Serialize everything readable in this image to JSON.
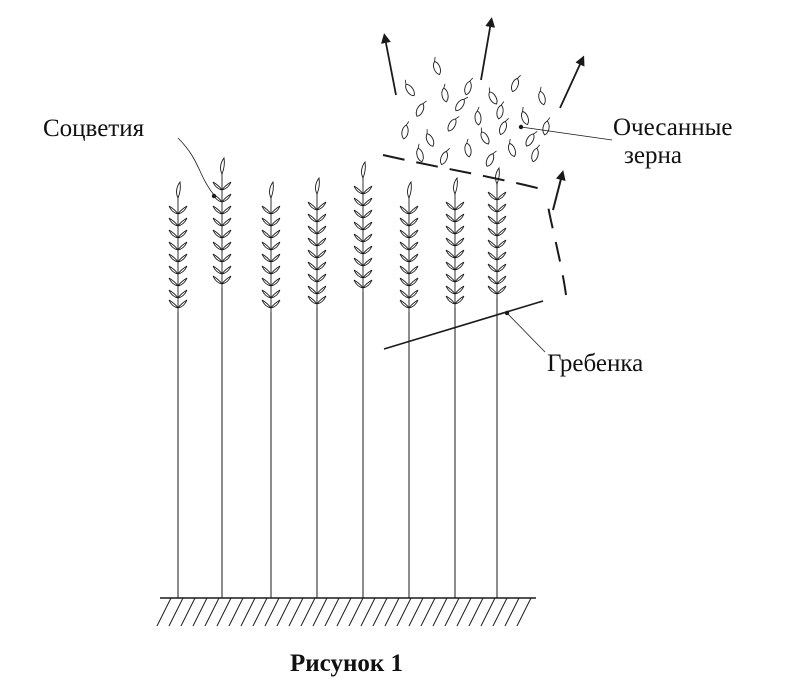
{
  "labels": {
    "inflorescences": "Соцветия",
    "stripped_grains_line1": "Очесанные",
    "stripped_grains_line2": "зерна",
    "comb": "Гребенка"
  },
  "caption": "Рисунок 1",
  "colors": {
    "ink": "#1a1a1a",
    "background": "#ffffff"
  },
  "icons": {
    "plant": "wheat-ear-icon",
    "ground": "ground-hatch-icon",
    "arrow": "arrow-icon",
    "grain": "grain-icon"
  }
}
